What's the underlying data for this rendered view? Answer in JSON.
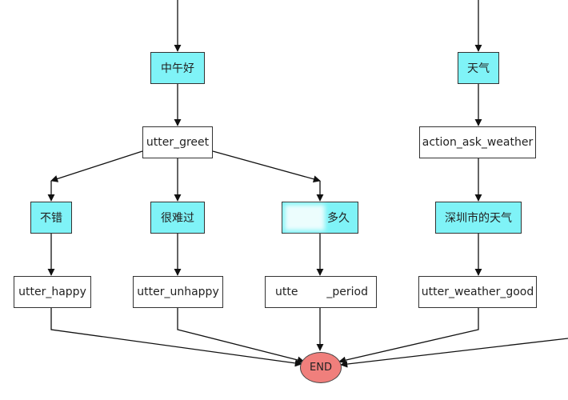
{
  "nodes": {
    "intent_good_afternoon": "中午好",
    "intent_weather": "天气",
    "action_utter_greet": "utter_greet",
    "action_ask_weather": "action_ask_weather",
    "intent_not_bad": "不错",
    "intent_hard": "很难过",
    "intent_how_long": "多久",
    "intent_shenzhen_weather": "深圳市的天气",
    "action_utter_happy": "utter_happy",
    "action_utter_unhappy": "utter_unhappy",
    "action_utter_period_left": "utte",
    "action_utter_period_right": "_period",
    "action_utter_weather_good": "utter_weather_good",
    "end": "END"
  },
  "colors": {
    "intent_fill": "#7ff3f7",
    "action_fill": "#ffffff",
    "end_fill": "#f07f7c",
    "edge": "#111111"
  }
}
